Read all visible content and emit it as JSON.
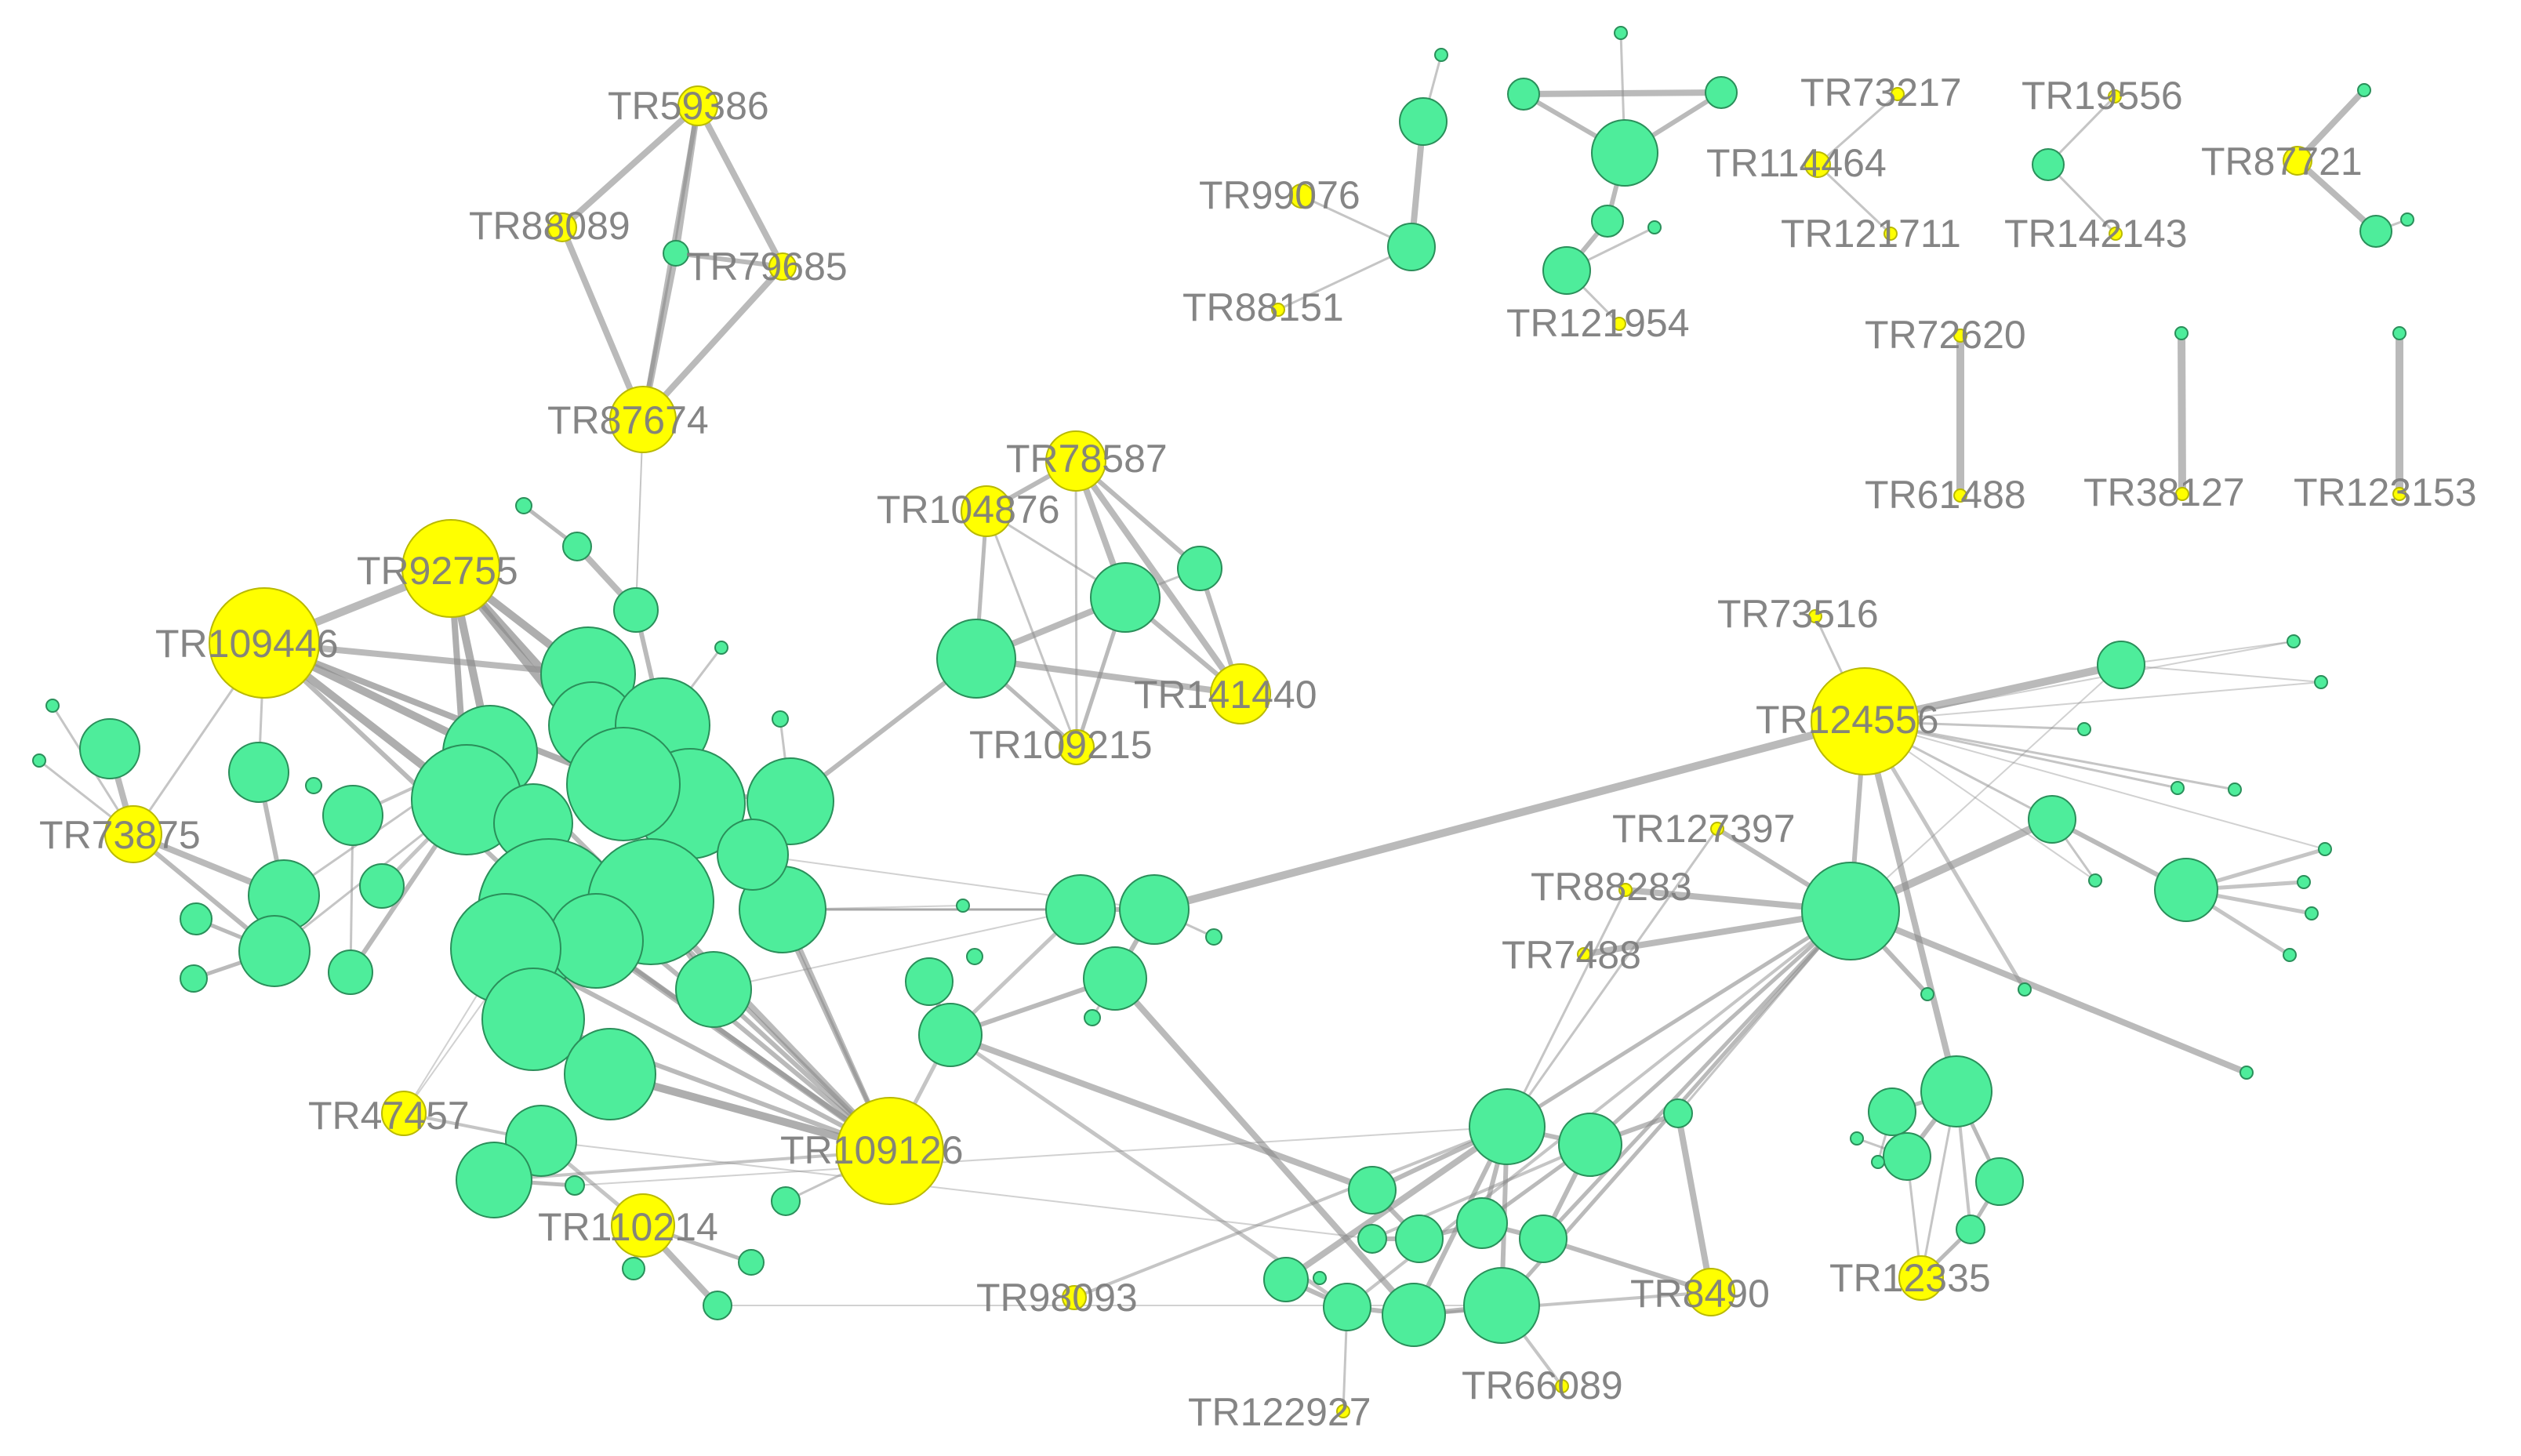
{
  "diagram": {
    "type": "network",
    "colors": {
      "background": "#ffffff",
      "green_node": "#4eed9b",
      "yellow_node": "#ffff00",
      "edge": "#8c8c8c",
      "label": "#7f7f7f"
    },
    "labels": [
      "TR59386",
      "TR88089",
      "TR79685",
      "TR87674",
      "TR92755",
      "TR109446",
      "TR73875",
      "TR47457",
      "TR109126",
      "TR110214",
      "TR98093",
      "TR78587",
      "TR104876",
      "TR141440",
      "TR109215",
      "TR99076",
      "TR88151",
      "TR121954",
      "TR73217",
      "TR114464",
      "TR121711",
      "TR19556",
      "TR142143",
      "TR87721",
      "TR72620",
      "TR61488",
      "TR38127",
      "TR123153",
      "TR73516",
      "TR124556",
      "TR127397",
      "TR88283",
      "TR7488",
      "TR8490",
      "TR12335",
      "TR122927",
      "TR66089"
    ]
  }
}
